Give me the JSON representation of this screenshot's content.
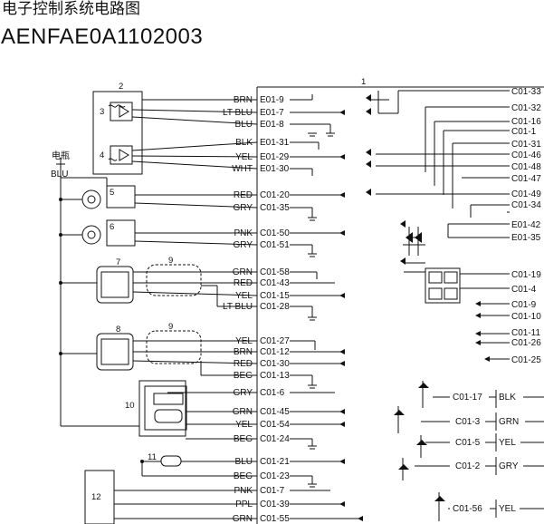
{
  "header": {
    "title": "电子控制系统电路图",
    "code": "AENFAE0A1102003"
  },
  "diagram": {
    "ecu_number": "1",
    "power_symbol": "电瓶",
    "power_wire": "BLU",
    "components": [
      "2",
      "3",
      "4",
      "5",
      "6",
      "7",
      "8",
      "9",
      "9",
      "10",
      "11",
      "12"
    ],
    "left_wires": [
      {
        "color": "BRN",
        "pin": "E01-9"
      },
      {
        "color": "LT BLU",
        "pin": "E01-7"
      },
      {
        "color": "BLU",
        "pin": "E01-8"
      },
      {
        "color": "BLK",
        "pin": "E01-31"
      },
      {
        "color": "YEL",
        "pin": "E01-29"
      },
      {
        "color": "WHT",
        "pin": "E01-30"
      },
      {
        "color": "RED",
        "pin": "C01-20"
      },
      {
        "color": "GRY",
        "pin": "C01-35"
      },
      {
        "color": "PNK",
        "pin": "C01-50"
      },
      {
        "color": "GRY",
        "pin": "C01-51"
      },
      {
        "color": "GRN",
        "pin": "C01-58"
      },
      {
        "color": "RED",
        "pin": "C01-43"
      },
      {
        "color": "YEL",
        "pin": "C01-15"
      },
      {
        "color": "LT BLU",
        "pin": "C01-28"
      },
      {
        "color": "YEL",
        "pin": "C01-27"
      },
      {
        "color": "BRN",
        "pin": "C01-12"
      },
      {
        "color": "RED",
        "pin": "C01-30"
      },
      {
        "color": "BEG",
        "pin": "C01-13"
      },
      {
        "color": "GRY",
        "pin": "C01-6"
      },
      {
        "color": "GRN",
        "pin": "C01-45"
      },
      {
        "color": "YEL",
        "pin": "C01-54"
      },
      {
        "color": "BEG",
        "pin": "C01-24"
      },
      {
        "color": "BLU",
        "pin": "C01-21"
      },
      {
        "color": "BEG",
        "pin": "C01-23"
      },
      {
        "color": "PNK",
        "pin": "C01-7"
      },
      {
        "color": "PPL",
        "pin": "C01-39"
      },
      {
        "color": "GRN",
        "pin": "C01-55"
      }
    ],
    "right_pins_top": [
      "C01-33",
      "C01-32",
      "C01-16",
      "C01-1",
      "C01-31",
      "C01-46",
      "C01-48",
      "C01-47",
      "C01-49",
      "C01-34",
      "E01-42",
      "E01-35"
    ],
    "right_pins_mid": [
      "C01-19",
      "C01-4",
      "C01-9",
      "C01-10",
      "C01-11",
      "C01-26",
      "C01-25"
    ],
    "right_pins_bottom": [
      {
        "pin": "C01-17",
        "color": "BLK"
      },
      {
        "pin": "C01-3",
        "color": "GRN"
      },
      {
        "pin": "C01-5",
        "color": "YEL"
      },
      {
        "pin": "C01-2",
        "color": "GRY"
      },
      {
        "pin": "C01-56",
        "color": "YEL"
      }
    ]
  }
}
